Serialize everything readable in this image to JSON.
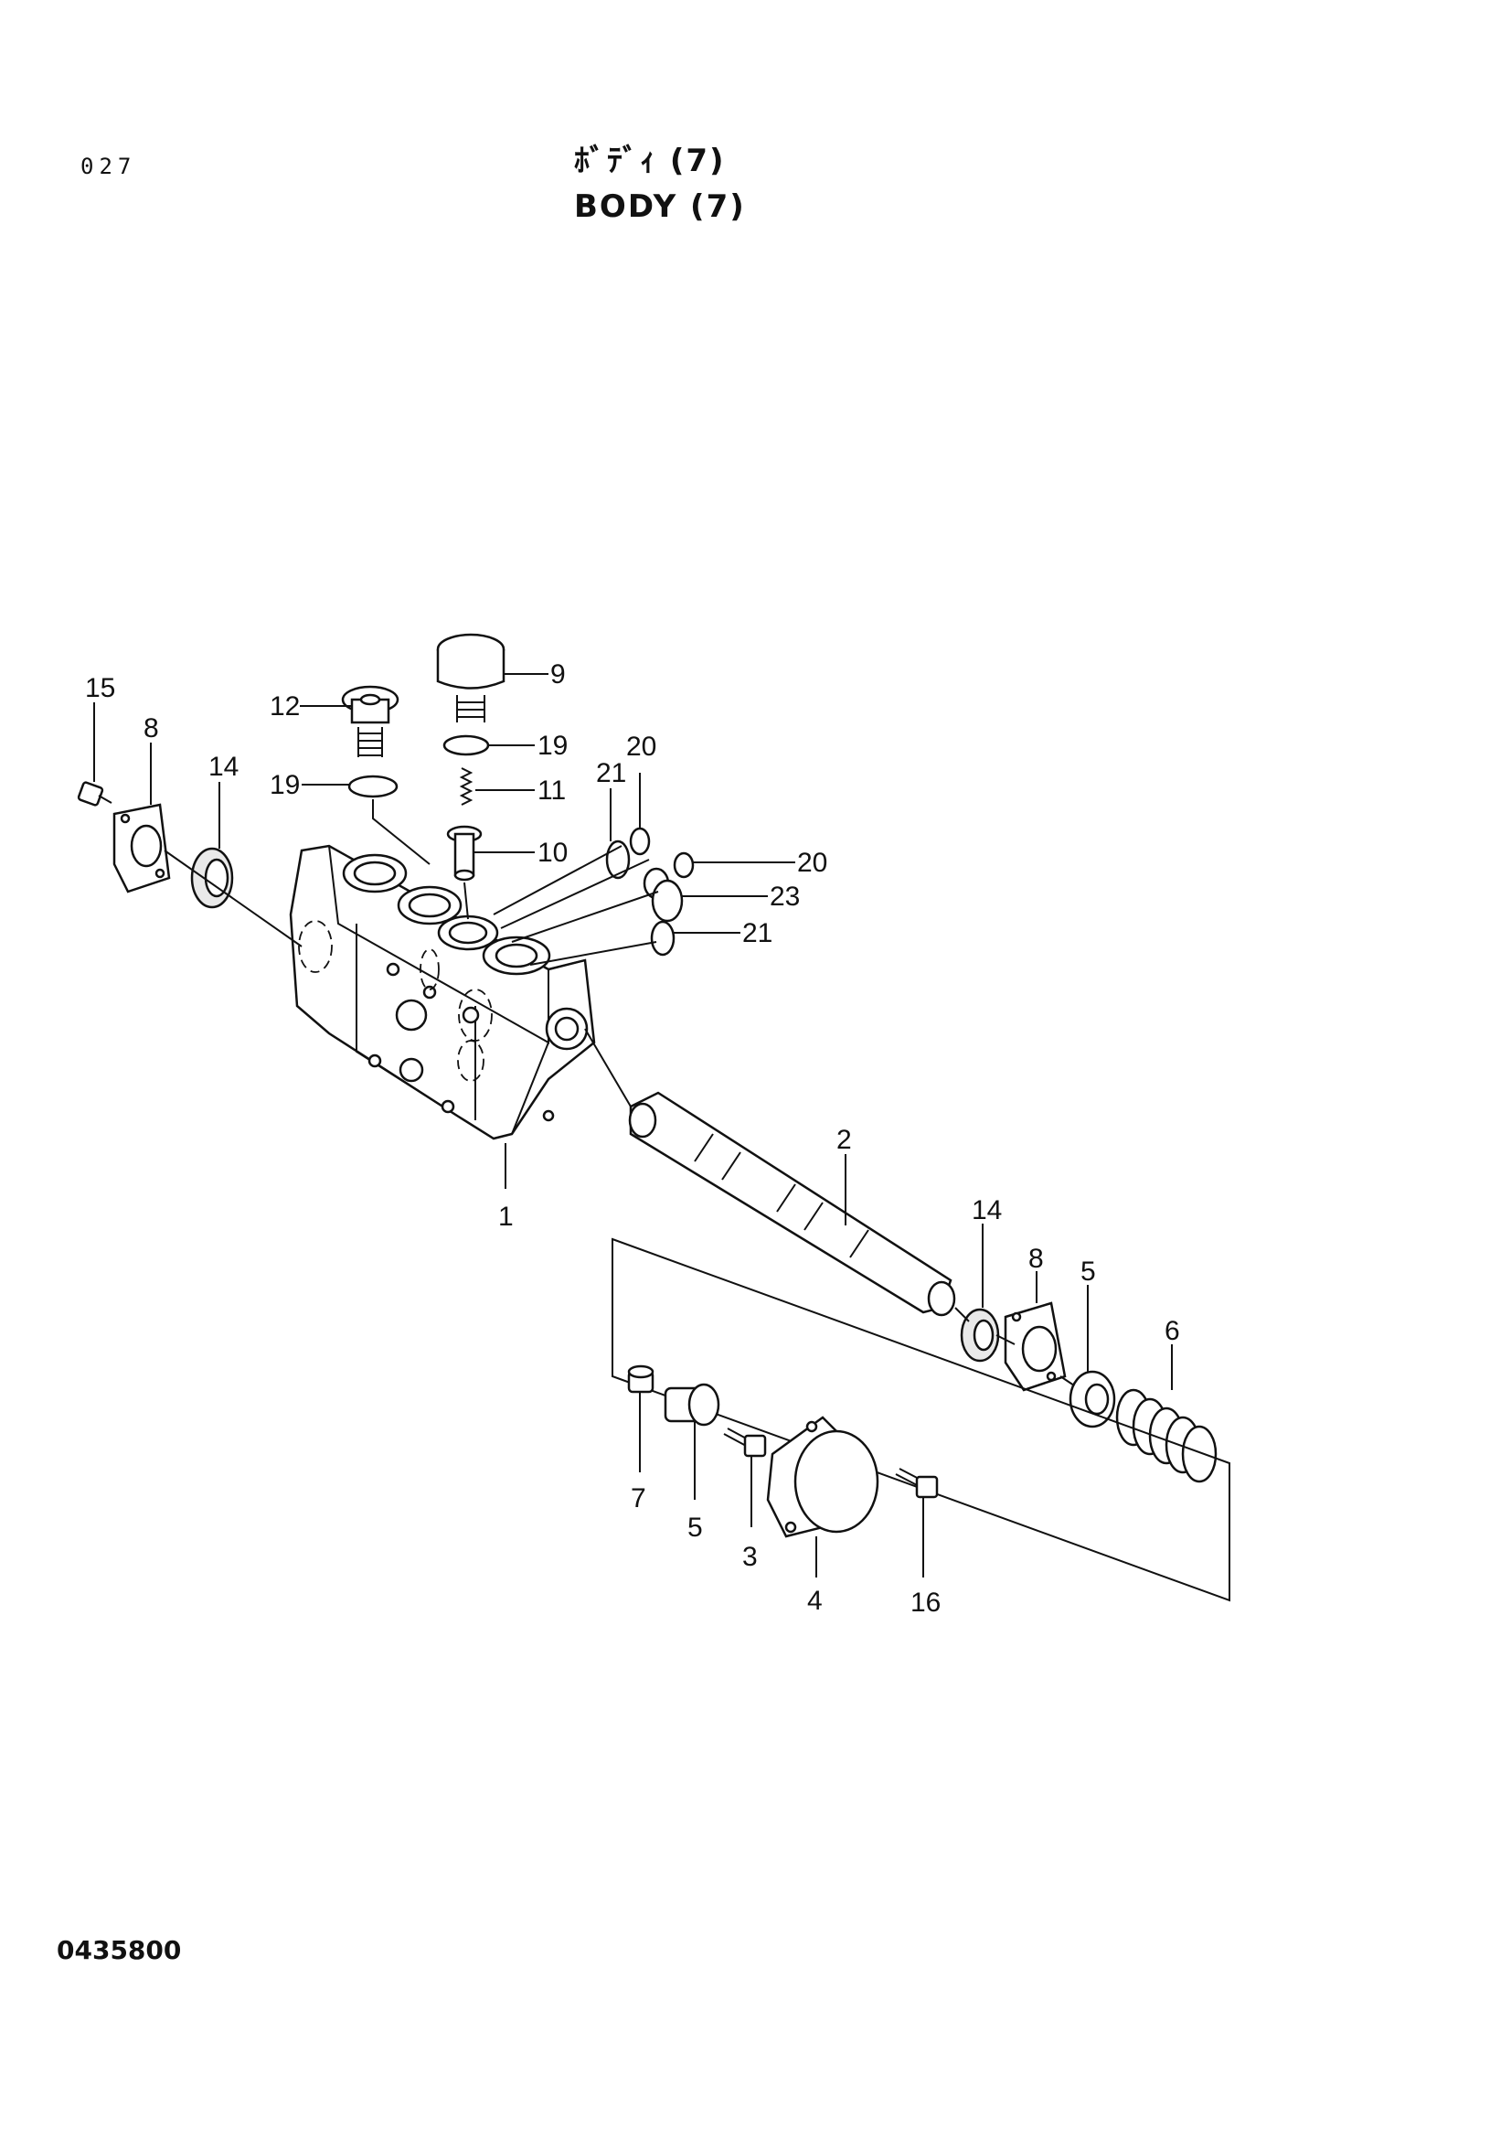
{
  "header": {
    "page_number": "027",
    "title_jp": "ﾎﾞﾃﾞｨ (7)",
    "title_en": "BODY (7)"
  },
  "footer": {
    "drawing_code": "0435800"
  },
  "callouts": [
    {
      "id": "c15",
      "label": "15"
    },
    {
      "id": "c8a",
      "label": "8"
    },
    {
      "id": "c14a",
      "label": "14"
    },
    {
      "id": "c12",
      "label": "12"
    },
    {
      "id": "c19a",
      "label": "19"
    },
    {
      "id": "c9",
      "label": "9"
    },
    {
      "id": "c19b",
      "label": "19"
    },
    {
      "id": "c11",
      "label": "11"
    },
    {
      "id": "c10",
      "label": "10"
    },
    {
      "id": "c21a",
      "label": "21"
    },
    {
      "id": "c20a",
      "label": "20"
    },
    {
      "id": "c20b",
      "label": "20"
    },
    {
      "id": "c23",
      "label": "23"
    },
    {
      "id": "c21b",
      "label": "21"
    },
    {
      "id": "c1",
      "label": "1"
    },
    {
      "id": "c2",
      "label": "2"
    },
    {
      "id": "c14b",
      "label": "14"
    },
    {
      "id": "c8b",
      "label": "8"
    },
    {
      "id": "c5a",
      "label": "5"
    },
    {
      "id": "c6",
      "label": "6"
    },
    {
      "id": "c7",
      "label": "7"
    },
    {
      "id": "c5b",
      "label": "5"
    },
    {
      "id": "c3",
      "label": "3"
    },
    {
      "id": "c4",
      "label": "4"
    },
    {
      "id": "c16",
      "label": "16"
    }
  ]
}
